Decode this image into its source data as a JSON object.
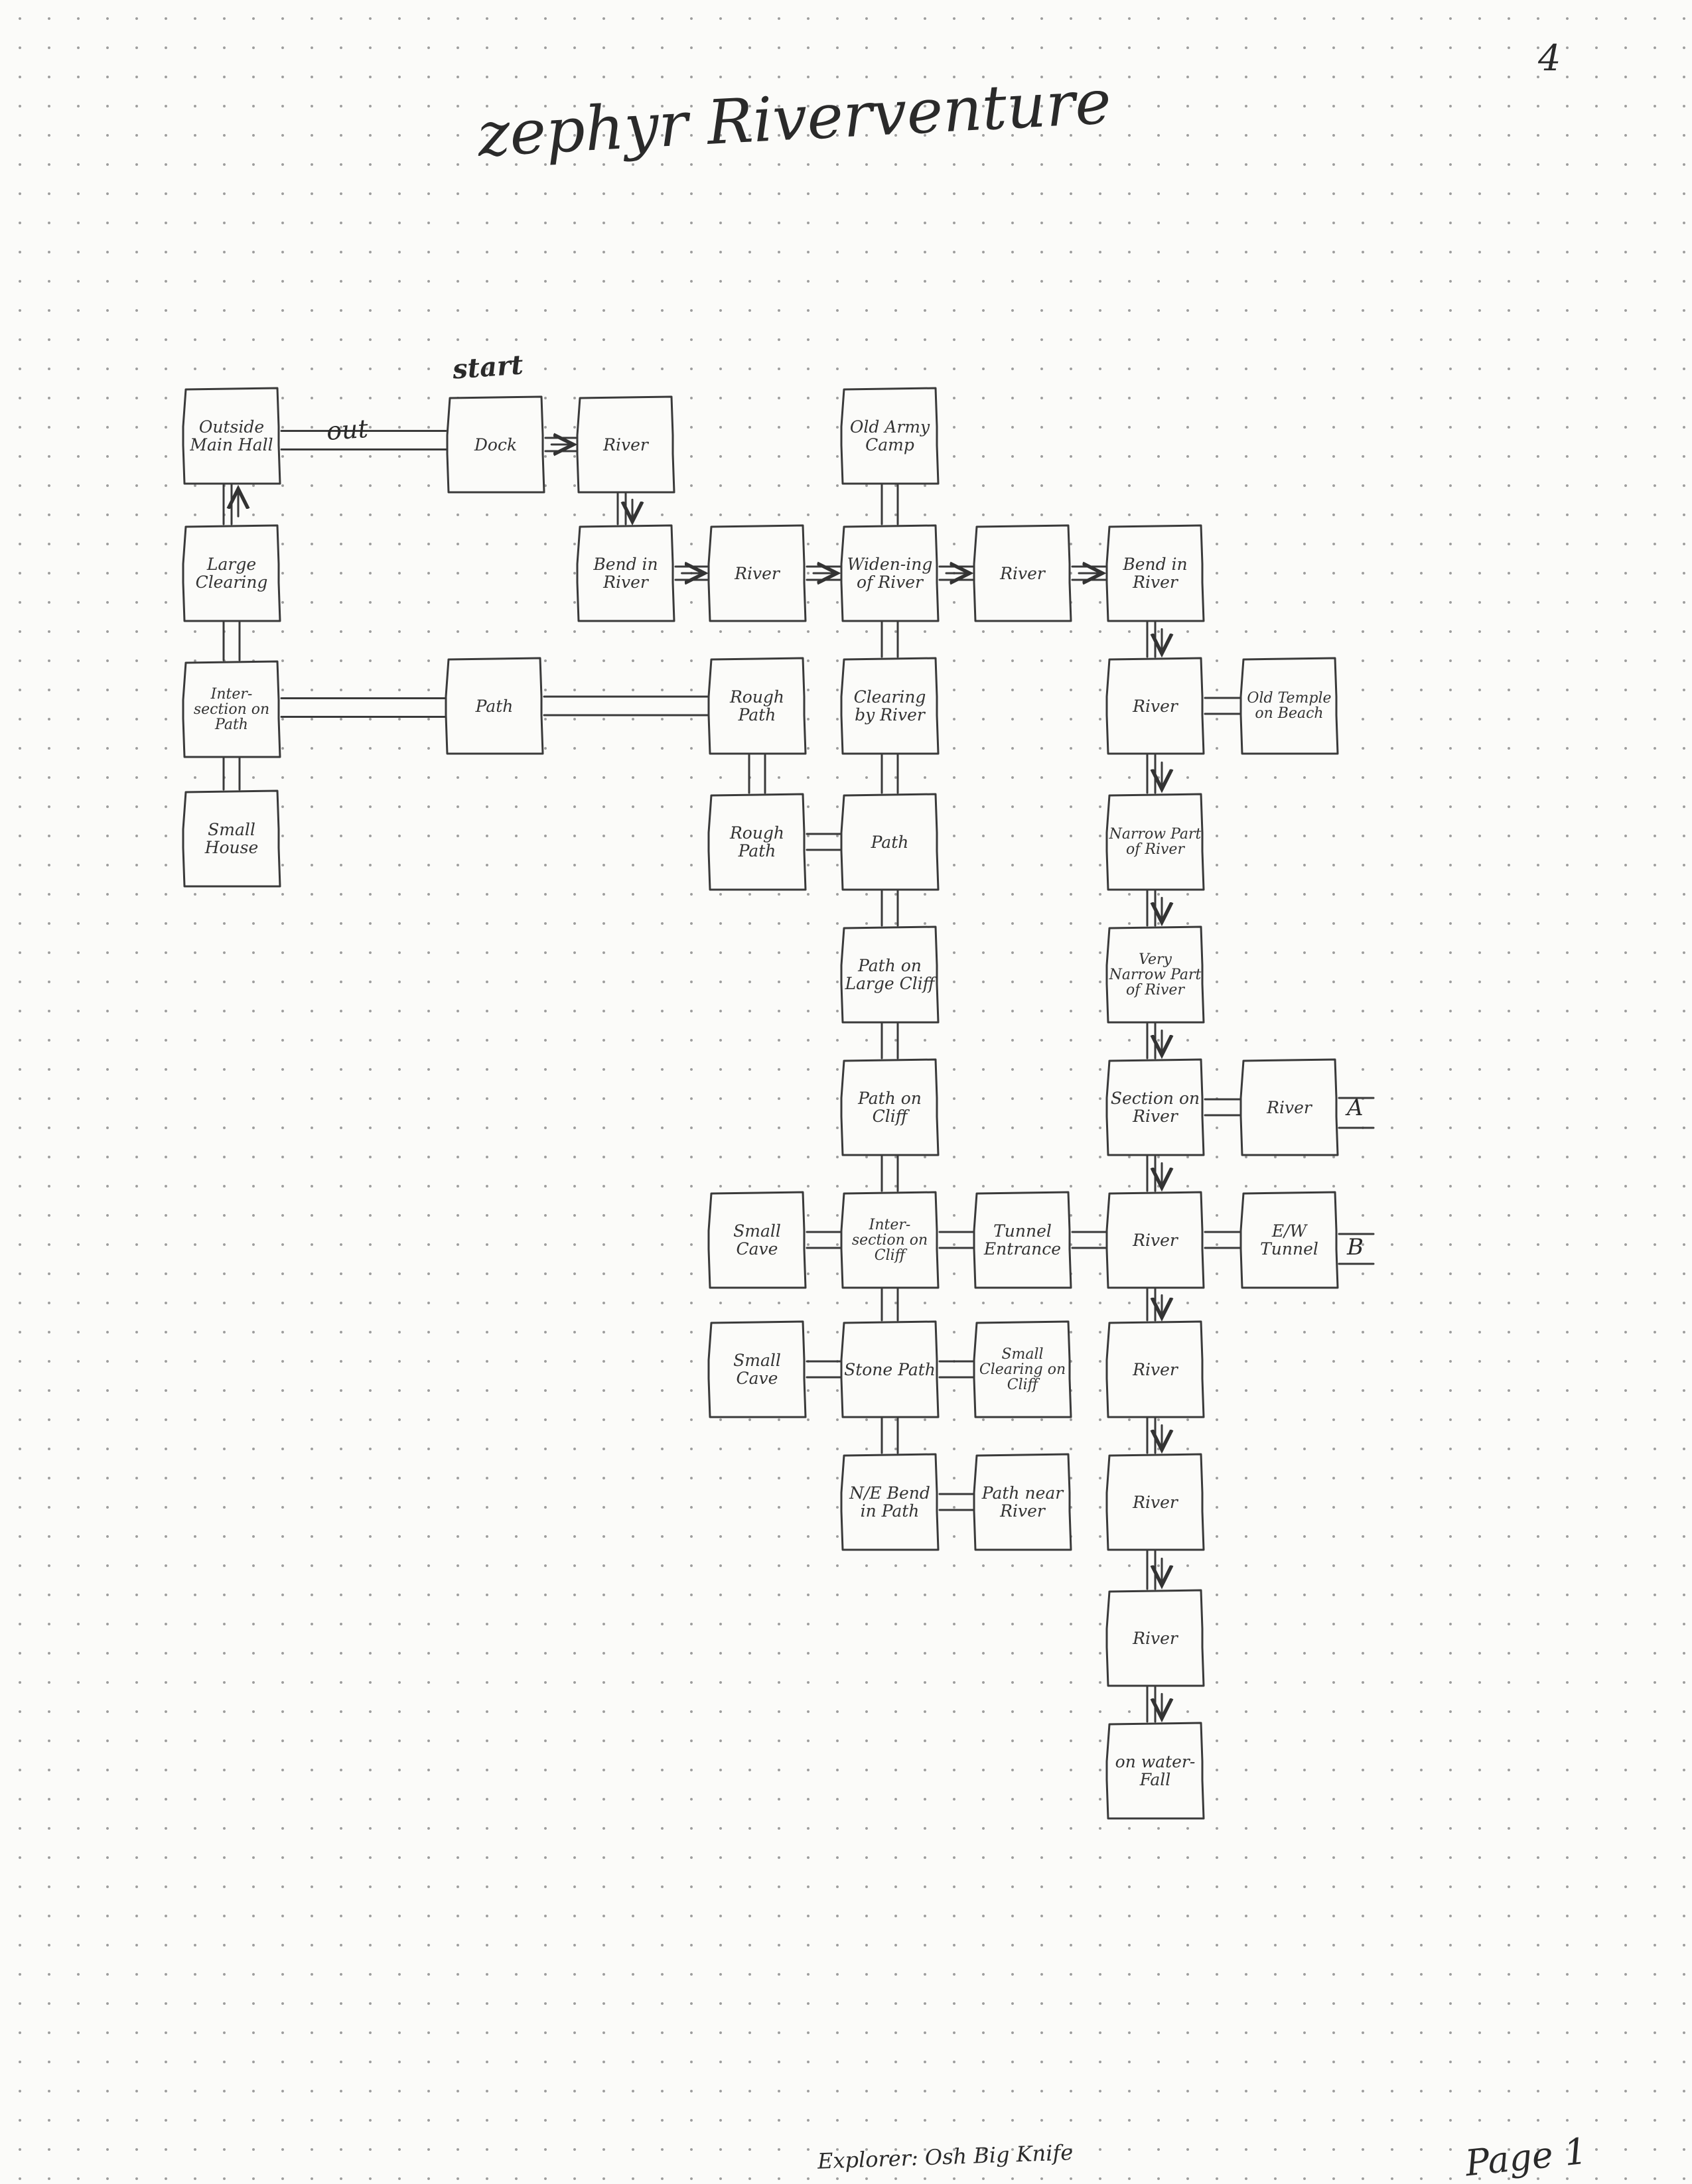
{
  "page_number": "4",
  "title": "zephyr Riverventure",
  "start_label": "start",
  "out_label": "out",
  "footer_left": "Explorer: Osh Big Knife",
  "footer_right": "Page 1",
  "exit_markers": [
    "A",
    "B"
  ],
  "rooms": [
    {
      "id": "outside-main-hall",
      "label": "Outside Main Hall"
    },
    {
      "id": "large-clearing",
      "label": "Large Clearing"
    },
    {
      "id": "intersection-on-path",
      "label": "Inter-section on Path"
    },
    {
      "id": "small-house",
      "label": "Small House"
    },
    {
      "id": "path-west",
      "label": "Path"
    },
    {
      "id": "dock",
      "label": "Dock"
    },
    {
      "id": "river-1",
      "label": "River"
    },
    {
      "id": "bend-in-river-1",
      "label": "Bend in River"
    },
    {
      "id": "river-2",
      "label": "River"
    },
    {
      "id": "rough-path-1",
      "label": "Rough Path"
    },
    {
      "id": "rough-path-2",
      "label": "Rough Path"
    },
    {
      "id": "small-cave-1",
      "label": "Small Cave"
    },
    {
      "id": "small-cave-2",
      "label": "Small Cave"
    },
    {
      "id": "old-army-camp",
      "label": "Old Army Camp"
    },
    {
      "id": "widening-of-river",
      "label": "Widen-ing of River"
    },
    {
      "id": "clearing-by-river",
      "label": "Clearing by River"
    },
    {
      "id": "path-center",
      "label": "Path"
    },
    {
      "id": "path-on-large-cliff",
      "label": "Path on Large Cliff"
    },
    {
      "id": "path-on-cliff",
      "label": "Path on Cliff"
    },
    {
      "id": "intersection-on-cliff",
      "label": "Inter-section on Cliff"
    },
    {
      "id": "stone-path",
      "label": "Stone Path"
    },
    {
      "id": "ne-bend-in-path",
      "label": "N/E Bend in Path"
    },
    {
      "id": "river-3",
      "label": "River"
    },
    {
      "id": "tunnel-entrance",
      "label": "Tunnel Entrance"
    },
    {
      "id": "small-clearing-on-cliff",
      "label": "Small Clearing on Cliff"
    },
    {
      "id": "path-near-river",
      "label": "Path near River"
    },
    {
      "id": "bend-in-river-2",
      "label": "Bend in River"
    },
    {
      "id": "river-4",
      "label": "River"
    },
    {
      "id": "narrow-part-of-river",
      "label": "Narrow Part of River"
    },
    {
      "id": "very-narrow-part-of-river",
      "label": "Very Narrow Part of River"
    },
    {
      "id": "section-on-river",
      "label": "Section on River"
    },
    {
      "id": "river-5",
      "label": "River"
    },
    {
      "id": "river-6",
      "label": "River"
    },
    {
      "id": "river-7",
      "label": "River"
    },
    {
      "id": "river-8",
      "label": "River"
    },
    {
      "id": "on-waterfall",
      "label": "on water-Fall"
    },
    {
      "id": "old-temple-on-beach",
      "label": "Old Temple on Beach"
    },
    {
      "id": "river-a",
      "label": "River"
    },
    {
      "id": "ew-tunnel",
      "label": "E/W Tunnel"
    }
  ]
}
